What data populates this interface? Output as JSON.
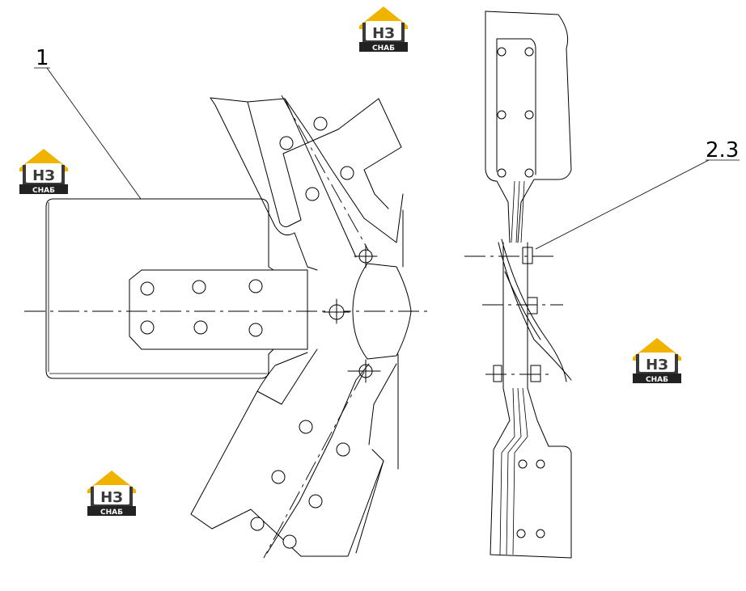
{
  "callouts": {
    "part_1": "1",
    "part_2_3": "2.3"
  },
  "logo": {
    "letters": "НЗ",
    "subtitle": "СНАБ",
    "colors": {
      "roof": "#f0b400",
      "body": "#3a3a3a",
      "band": "#222222"
    }
  },
  "colors": {
    "line": "#000000",
    "background": "#ffffff"
  }
}
